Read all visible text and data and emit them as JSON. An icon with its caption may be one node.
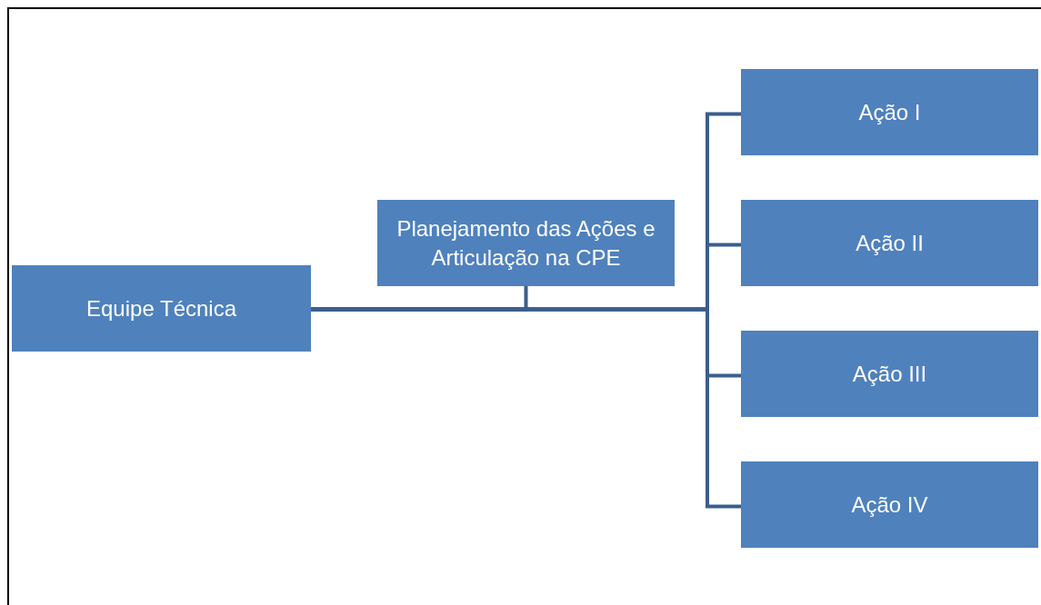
{
  "diagram": {
    "nodes": [
      {
        "text": [
          "Equipe Técnica"
        ]
      },
      {
        "text": [
          "Planejamento das Ações e Articulação na CPE"
        ]
      },
      {
        "text": [
          "Ação I"
        ]
      },
      {
        "text": [
          "Ação II"
        ]
      },
      {
        "text": [
          "Ação III"
        ]
      },
      {
        "text": [
          "Ação IV"
        ]
      }
    ],
    "edges": [
      {
        "from": 0,
        "to": 1,
        "arrow": "none"
      },
      {
        "from": 0,
        "to": 2,
        "arrow": "none"
      },
      {
        "from": 0,
        "to": 3,
        "arrow": "none"
      },
      {
        "from": 0,
        "to": 4,
        "arrow": "none"
      },
      {
        "from": 0,
        "to": 5,
        "arrow": "none"
      }
    ]
  }
}
